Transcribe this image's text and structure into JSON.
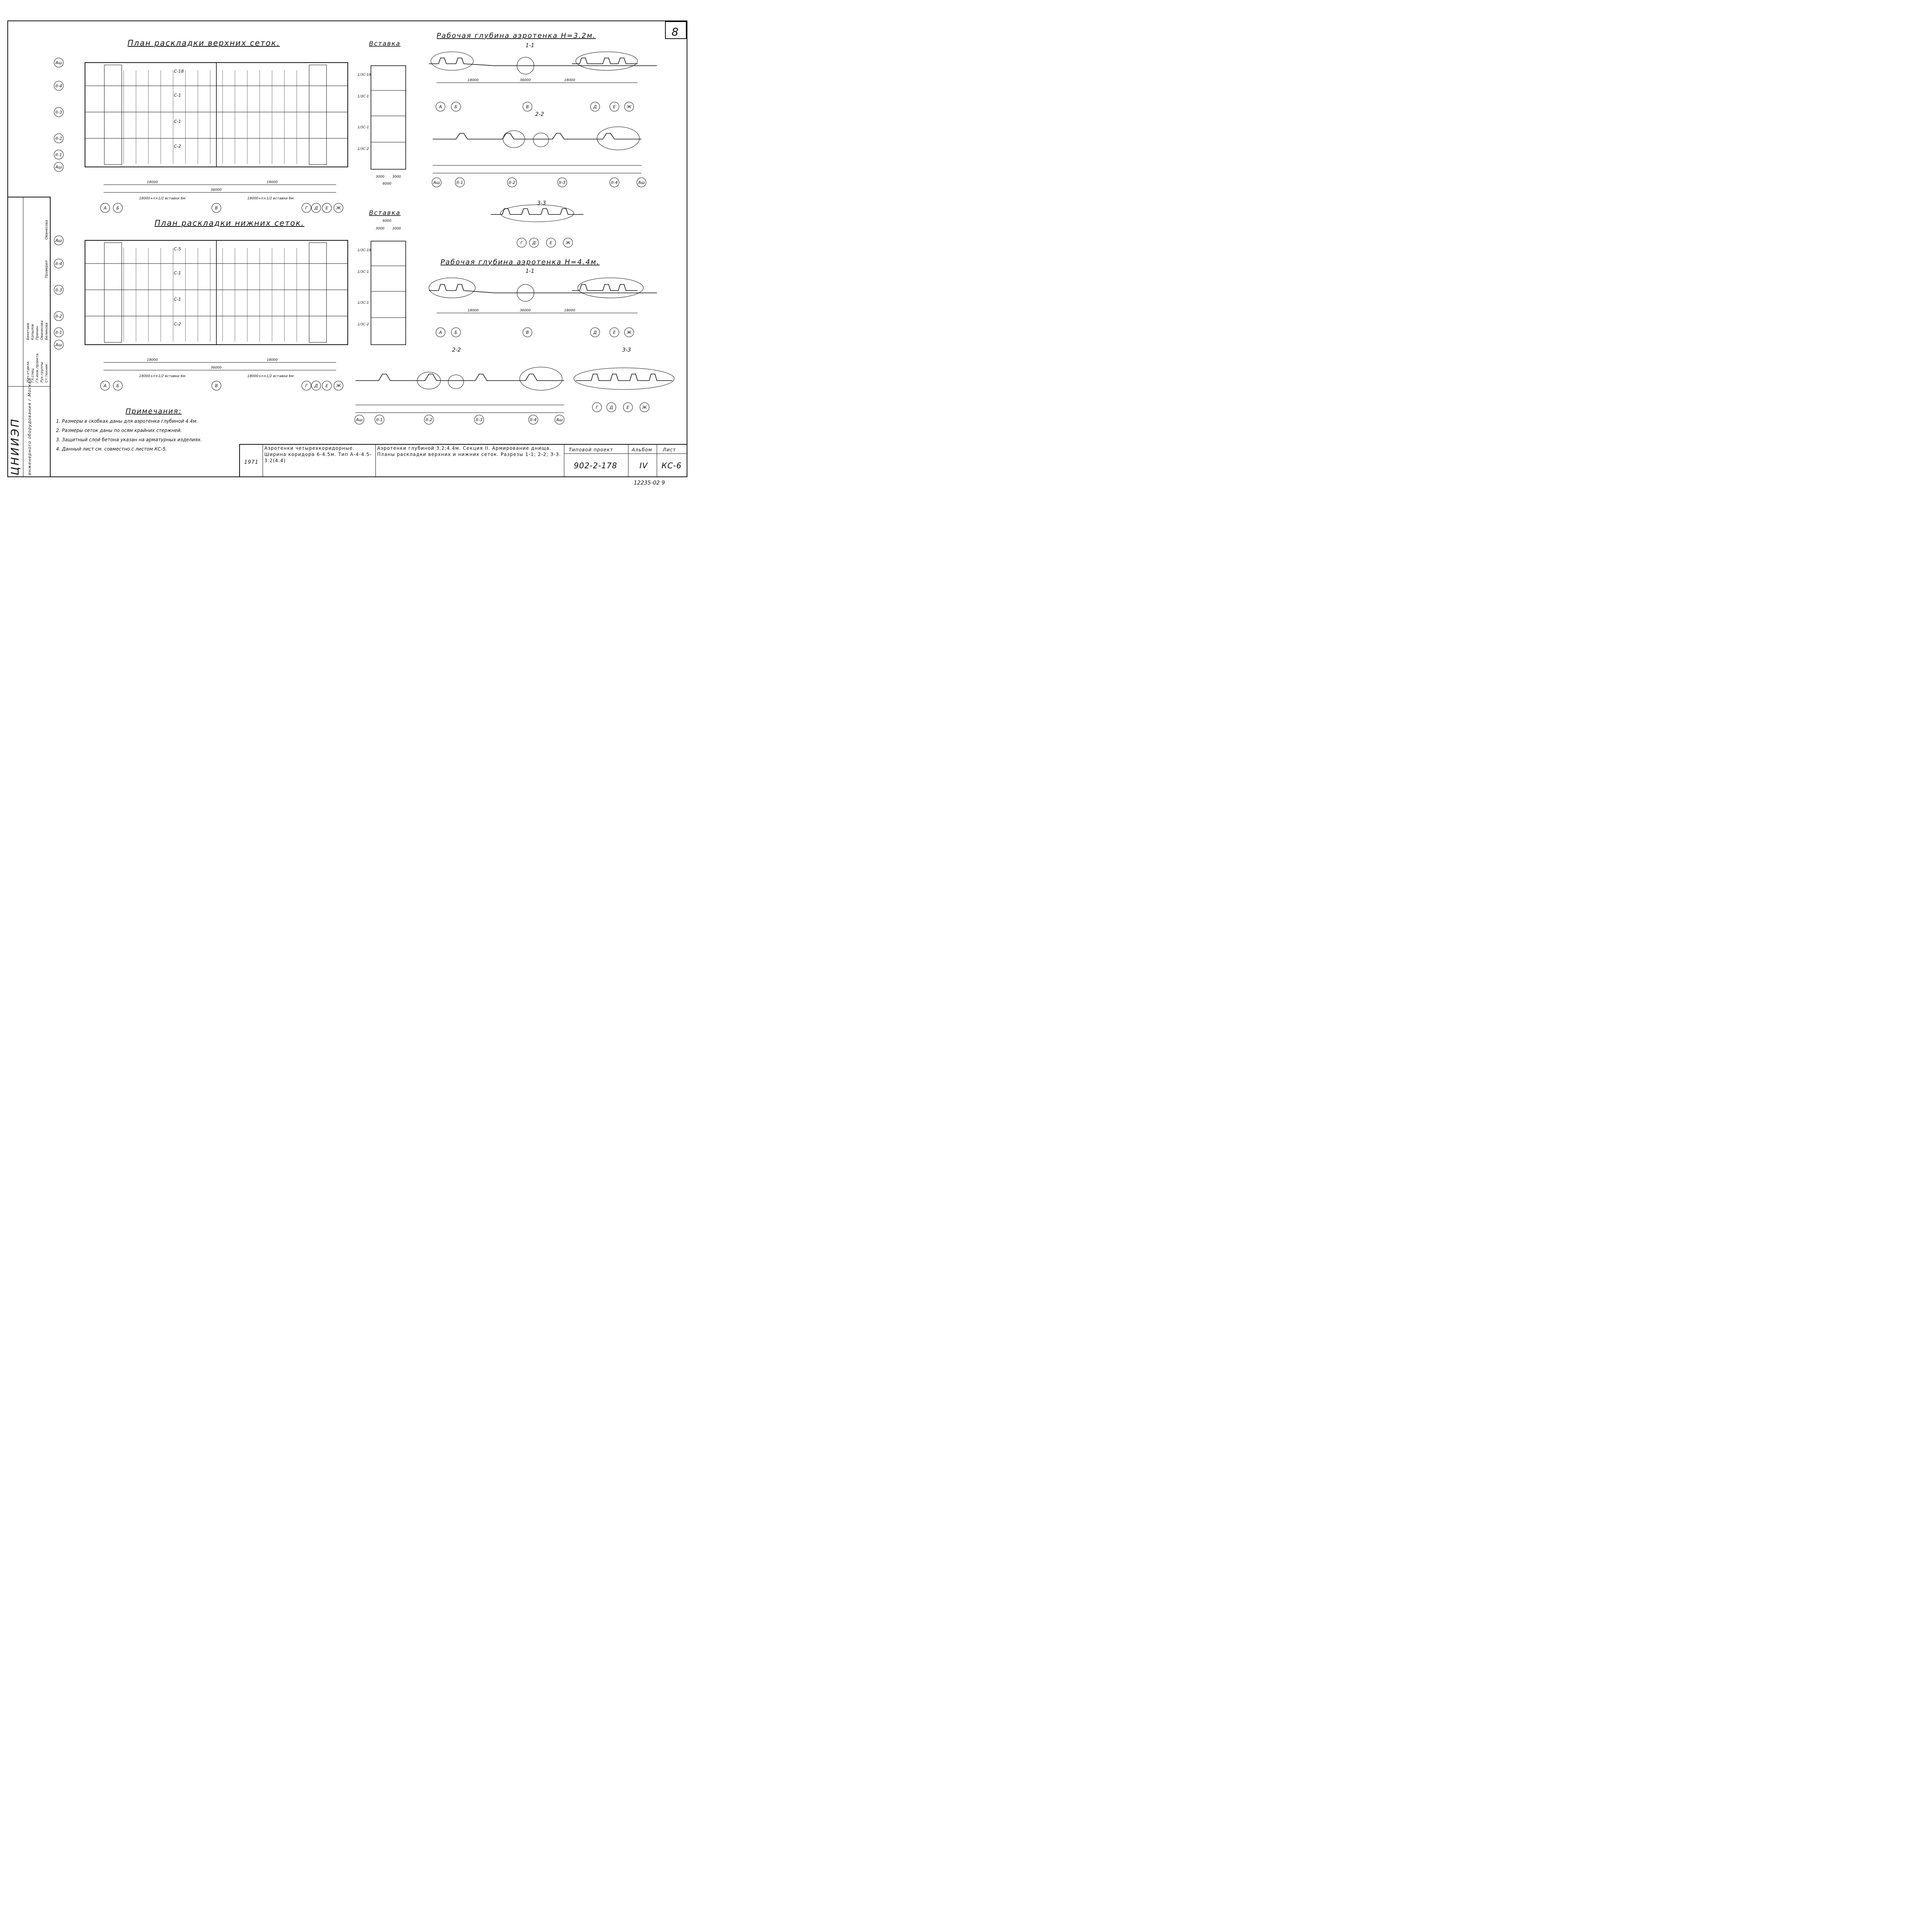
{
  "sheet_number": "8",
  "plans": {
    "upper": {
      "title": "План раскладки верхних сеток.",
      "rows": [
        "Аш",
        "II-4",
        "II-3",
        "II-2",
        "II-1",
        "Аш"
      ],
      "mesh_labels": [
        "С-18",
        "С-1",
        "С-1",
        "С-2"
      ],
      "axes": [
        "А",
        "Б",
        "В",
        "Г",
        "Д",
        "Е",
        "Ж"
      ],
      "dims_total": "36000",
      "dims_half": "18000",
      "dims_note": "18000+n×1/2 вставки 6м"
    },
    "lower": {
      "title": "План раскладки нижних сеток.",
      "rows": [
        "Аш",
        "II-4",
        "II-3",
        "II-2",
        "II-1",
        "Аш"
      ],
      "mesh_labels": [
        "С-5",
        "С-1",
        "С-1",
        "С-2"
      ],
      "axes": [
        "А",
        "Б",
        "В",
        "Г",
        "Д",
        "Е",
        "Ж"
      ],
      "dims_total": "36000",
      "dims_half": "18000",
      "dims_note": "18000+n×1/2 вставки 6м"
    }
  },
  "inserts": {
    "title": "Вставка",
    "width": "6000",
    "half": "3000",
    "labels": [
      "1/3С-18",
      "1/3С-1",
      "1/3С-1",
      "1/3С-2"
    ]
  },
  "sections_32": {
    "title": "Рабочая глубина аэротенка H=3.2м.",
    "s11": "1-1",
    "s22": "2-2",
    "s33": "3-3",
    "dims": [
      "18000",
      "36000",
      "18000"
    ],
    "axes_11": [
      "А",
      "Б",
      "В",
      "Д",
      "Е",
      "Ж"
    ],
    "axes_22": [
      "Аш",
      "II-1",
      "II-2",
      "II-3",
      "II-4",
      "Аш"
    ]
  },
  "sections_44": {
    "title": "Рабочая глубина аэротенка H=4.4м.",
    "s11": "1-1",
    "s22": "2-2",
    "s33": "3-3",
    "dims": [
      "18000",
      "36000",
      "18000"
    ],
    "axes_11": [
      "А",
      "Б",
      "В",
      "Д",
      "Е",
      "Ж"
    ],
    "axes_22": [
      "Аш",
      "II-1",
      "II-2",
      "II-3",
      "II-4",
      "Аш"
    ]
  },
  "notes": {
    "title": "Примечания:",
    "items": [
      "1. Размеры в скобках даны для аэротенка глубиной 4.4м.",
      "2. Размеры сеток даны по осям крайних стержней.",
      "3. Защитный слой бетона указан на арматурных изделиях.",
      "4. Данный лист см. совместно с листом КС-5."
    ]
  },
  "stamp": {
    "org": "ЦНИИЭП",
    "org_sub": "инженерного оборудования г.Москва",
    "year": "1971",
    "project_desc": "Аэротенки четырехкоридорные. Ширина коридора 6-4.5м. Тип А-4-4.5-3.2(4.4)",
    "sheet_desc": "Аэротенки глубиной 3.2;4.4м. Секция II. Армирование днища. Планы раскладки верхних и нижних сеток. Разрезы 1-1; 2-2; 3-3.",
    "project_label": "Типовой проект",
    "project_code": "902-2-178",
    "album_label": "Альбом",
    "album": "IV",
    "sheet_label": "Лист",
    "sheet_code": "КС-6",
    "inv": "12235-02 9",
    "roles": [
      "Нач.отдела",
      "Гл.спец.",
      "Гл.инж.проекта",
      "Рук.группы",
      "Ст.техник",
      "Проверил"
    ],
    "names": [
      "Бекетаев",
      "Копылов",
      "Принин",
      "Ованесова",
      "Беликова",
      "Ованесова"
    ]
  }
}
